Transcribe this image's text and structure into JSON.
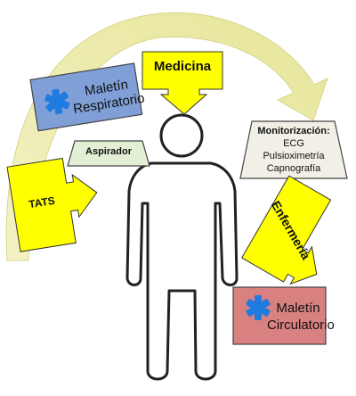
{
  "labels": {
    "medicina": "Medicina",
    "maletin_respiratorio_l1": "Maletín",
    "maletin_respiratorio_l2": "Respiratorio",
    "aspirador": "Aspirador",
    "monitorizacion_title": "Monitorización:",
    "monitorizacion_items": [
      "ECG",
      "Pulsioximetría",
      "Capnografía"
    ],
    "tats": "TATS",
    "enfermeria": "Enfermería",
    "maletin_circulatorio_l1": "Maletín",
    "maletin_circulatorio_l2": "Circulatorio"
  },
  "colors": {
    "yellow": "#ffff00",
    "respiratorio_fill": "#7f9fd6",
    "circulatorio_fill": "#d98080",
    "aspirador_fill": "#e3efd4",
    "monitorizacion_fill": "#f2f0e6",
    "arc_fill": "#e9e8a2",
    "star_blue": "#1f7be0"
  },
  "icons": [
    "star-of-life-icon",
    "star-of-life-icon"
  ]
}
